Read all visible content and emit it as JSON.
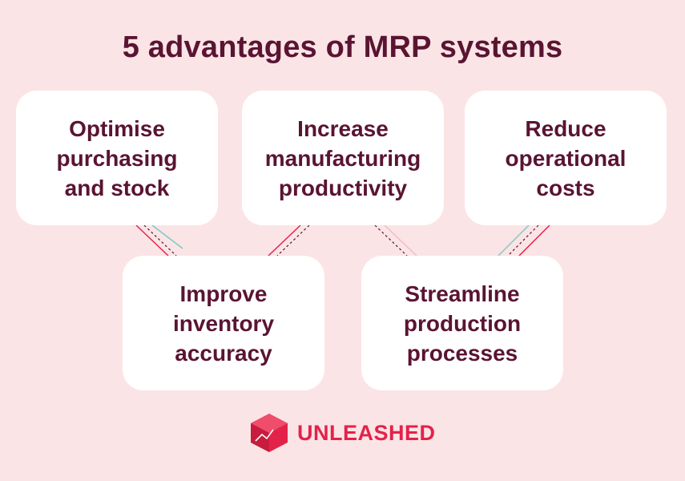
{
  "title": "5 advantages of MRP systems",
  "advantages": [
    "Optimise\npurchasing\nand stock",
    "Increase\nmanufacturing\nproductivity",
    "Reduce\noperational\ncosts",
    "Improve\ninventory\naccuracy",
    "Streamline\nproduction\nprocesses"
  ],
  "brand": {
    "name": "UNLEASHED",
    "logo_icon": "cube-logo-icon"
  },
  "colors": {
    "background": "#fbe4e6",
    "card": "#ffffff",
    "text": "#5a1432",
    "brand_red": "#e3224a",
    "teal": "#7fc9c4",
    "dark_dash": "#5a1432"
  }
}
